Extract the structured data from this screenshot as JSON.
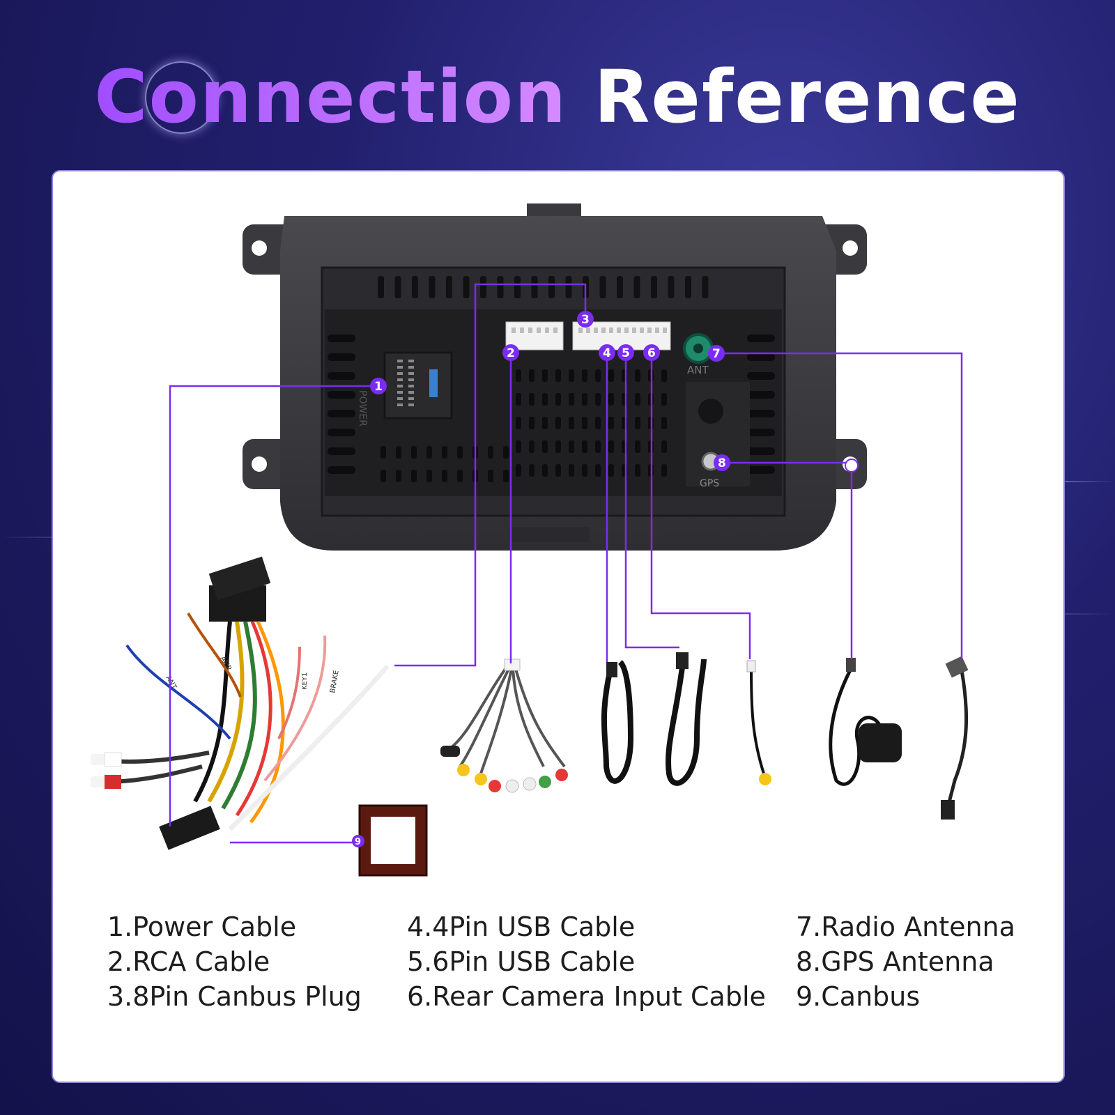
{
  "title": {
    "word1": "Connection",
    "word2": "Reference"
  },
  "markers": {
    "m1": "1",
    "m2": "2",
    "m3": "3",
    "m4": "4",
    "m5": "5",
    "m6": "6",
    "m7": "7",
    "m8": "8",
    "m9": "9"
  },
  "device_labels": {
    "ant": "ANT",
    "gps": "GPS",
    "power": "POWER"
  },
  "harness_labels": {
    "key1": "KEY1",
    "brake": "BRAKE",
    "ant": "ANT",
    "amp": "AMP"
  },
  "legend": {
    "col1": [
      "1.Power Cable",
      "2.RCA Cable",
      "3.8Pin Canbus Plug"
    ],
    "col2": [
      "4.4Pin USB Cable",
      "5.6Pin USB Cable",
      "6.Rear Camera Input Cable"
    ],
    "col3": [
      "7.Radio Antenna",
      "8.GPS Antenna",
      "9.Canbus"
    ]
  },
  "colors": {
    "accent": "#7a2cf0",
    "card": "#ffffff",
    "background": "#1c1a5e"
  }
}
